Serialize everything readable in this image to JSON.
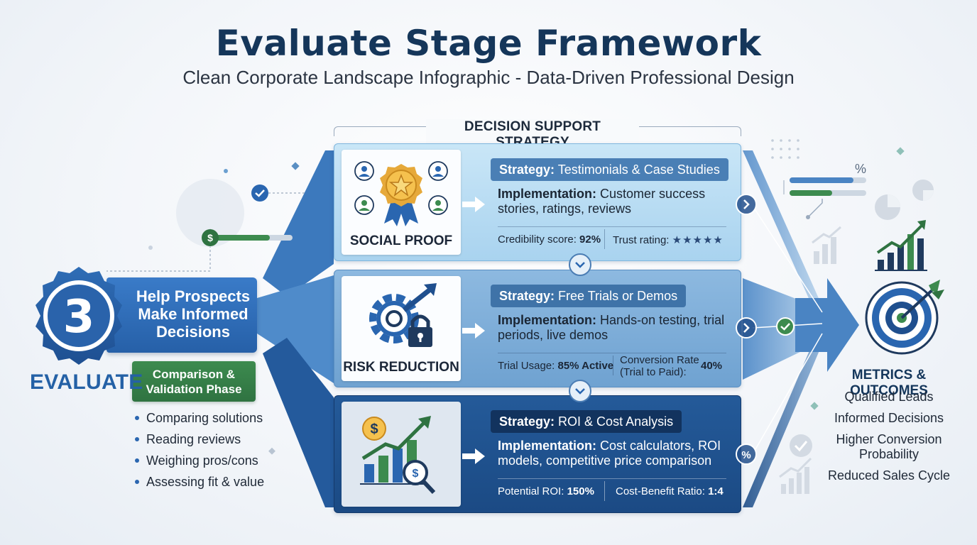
{
  "header": {
    "title": "Evaluate Stage Framework",
    "subtitle": "Clean Corporate Landscape Infographic - Data-Driven Professional Design"
  },
  "strategy_header": "DECISION SUPPORT STRATEGY",
  "stage": {
    "number": "3",
    "label": "EVALUATE",
    "banner": "Help Prospects Make Informed Decisions",
    "phase": "Comparison & Validation Phase",
    "bullets": [
      "Comparing solutions",
      "Reading reviews",
      "Weighing pros/cons",
      "Assessing fit & value"
    ]
  },
  "cards": [
    {
      "label": "SOCIAL PROOF",
      "icon": "award-badge-icon",
      "strategy_prefix": "Strategy:",
      "strategy": "Testimonials & Case Studies",
      "impl_prefix": "Implementation:",
      "impl": "Customer success stories, ratings, reviews",
      "metric1_label": "Credibility score:",
      "metric1_value": "92%",
      "metric2_label": "Trust rating:",
      "metric2_value": "★★★★★"
    },
    {
      "label": "RISK REDUCTION",
      "icon": "gear-lock-icon",
      "strategy_prefix": "Strategy:",
      "strategy": "Free Trials or Demos",
      "impl_prefix": "Implementation:",
      "impl": "Hands-on testing, trial periods, live demos",
      "metric1_label": "Trial Usage:",
      "metric1_value": "85% Active",
      "metric2_label": "Conversion Rate (Trial to Paid):",
      "metric2_value": "40%"
    },
    {
      "label": "",
      "icon": "roi-chart-icon",
      "strategy_prefix": "Strategy:",
      "strategy": "ROI & Cost Analysis",
      "impl_prefix": "Implementation:",
      "impl": "Cost calculators, ROI models, competitive price comparison",
      "metric1_label": "Potential ROI:",
      "metric1_value": "150%",
      "metric2_label": "Cost-Benefit Ratio:",
      "metric2_value": "1:4"
    }
  ],
  "metrics": {
    "title": "METRICS & OUTCOMES",
    "items": [
      "Qualified Leads",
      "Informed Decisions",
      "Higher Conversion Probability",
      "Reduced Sales Cycle"
    ],
    "percent_symbol": "%"
  },
  "colors": {
    "navy": "#15365a",
    "blue": "#2a66b0",
    "green": "#2f7341",
    "light_blue": "#a9d3ef"
  }
}
